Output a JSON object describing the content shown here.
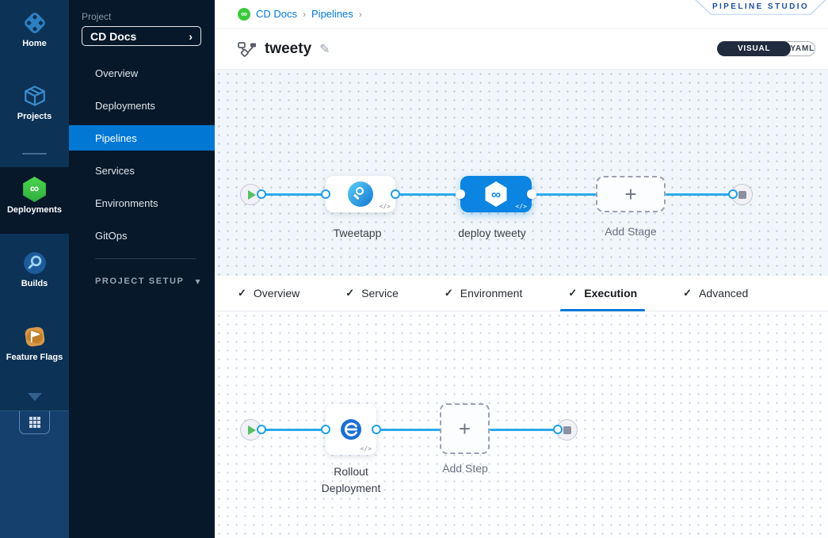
{
  "colors": {
    "primary_blue": "#0278d5",
    "connector_blue": "#29aaee",
    "selected_stage_blue": "#0b84e2",
    "harness_green": "#3cc83c",
    "rail_bg": "#0c3256",
    "sidebar_bg": "#07182b"
  },
  "ui": {
    "check": "✓",
    "plus": "+",
    "infinity": "∞",
    "chevron_right": "›",
    "chevron_down": "▾",
    "pencil": "✎"
  },
  "rail": {
    "items": [
      {
        "label": "Home",
        "active": false
      },
      {
        "label": "Projects",
        "active": false
      },
      {
        "label": "Deployments",
        "active": true
      },
      {
        "label": "Builds",
        "active": false
      },
      {
        "label": "Feature Flags",
        "active": false
      }
    ]
  },
  "sidebar": {
    "project_label": "Project",
    "project_value": "CD Docs",
    "nav": [
      {
        "label": "Overview",
        "active": false
      },
      {
        "label": "Deployments",
        "active": false
      },
      {
        "label": "Pipelines",
        "active": true
      },
      {
        "label": "Services",
        "active": false
      },
      {
        "label": "Environments",
        "active": false
      },
      {
        "label": "GitOps",
        "active": false
      }
    ],
    "setup_label": "PROJECT SETUP"
  },
  "header": {
    "breadcrumb": {
      "project": "CD Docs",
      "section": "Pipelines",
      "separator": "›"
    },
    "studio_badge": "PIPELINE STUDIO",
    "title": "tweety",
    "toggle": {
      "visual": "VISUAL",
      "yaml": "YAML"
    }
  },
  "stage_canvas": {
    "stages": [
      {
        "label": "Tweetapp",
        "selected": false
      },
      {
        "label": "deploy tweety",
        "selected": true
      }
    ],
    "add_stage_label": "Add Stage",
    "code_glyph": "</>"
  },
  "tabs": [
    {
      "label": "Overview",
      "checked": true,
      "active": false
    },
    {
      "label": "Service",
      "checked": true,
      "active": false
    },
    {
      "label": "Environment",
      "checked": true,
      "active": false
    },
    {
      "label": "Execution",
      "checked": true,
      "active": true
    },
    {
      "label": "Advanced",
      "checked": true,
      "active": false
    }
  ],
  "execution_canvas": {
    "steps": [
      {
        "label": "Rollout Deployment"
      }
    ],
    "add_step_label": "Add Step",
    "code_glyph": "</>"
  }
}
